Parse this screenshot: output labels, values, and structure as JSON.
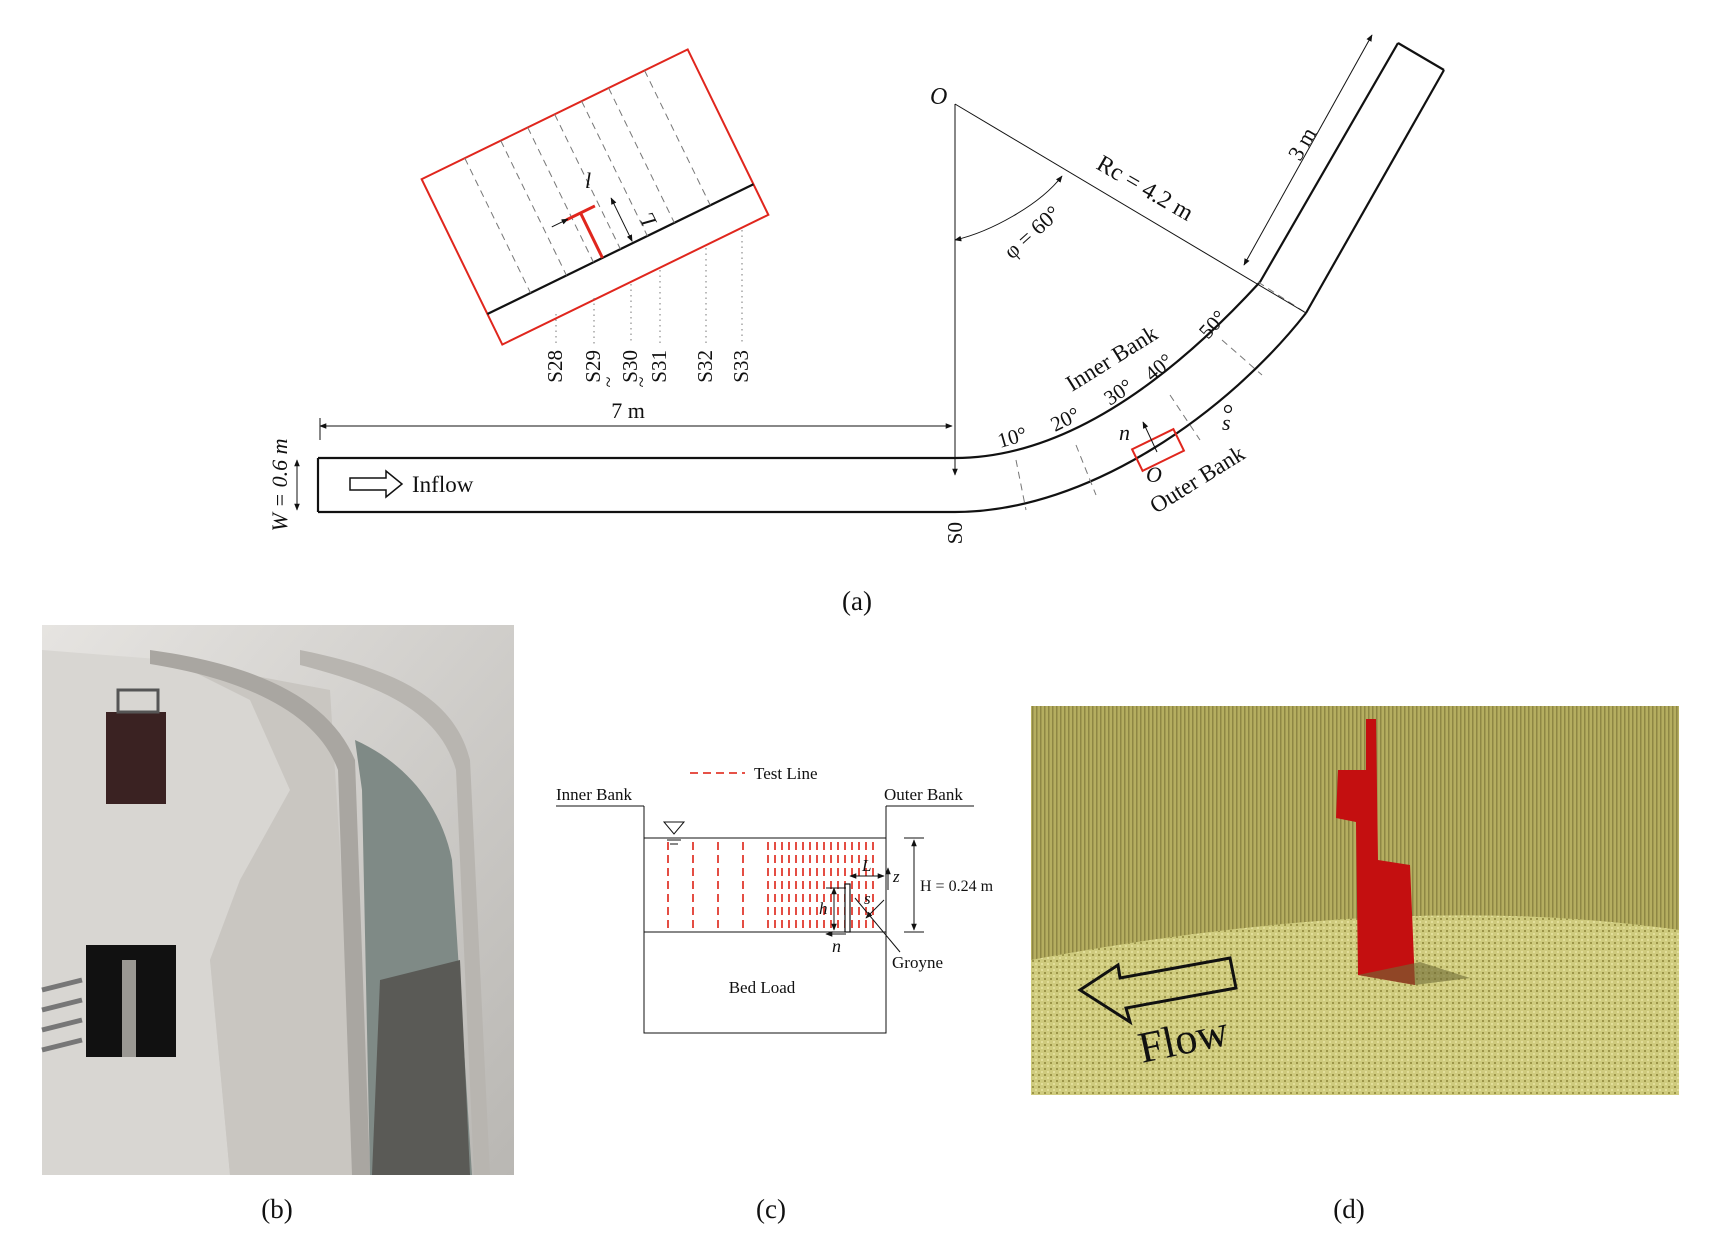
{
  "panels": {
    "a": {
      "caption": "(a)",
      "width_label": "W = 0.6 m",
      "inflow_label": "Inflow",
      "straight_length_label": "7 m",
      "outlet_length_label": "3 m",
      "section_start_label": "S0",
      "center_label": "O",
      "radius_label": "Rc = 4.2 m",
      "angle_label": "φ = 60°",
      "angle_ticks": [
        "10°",
        "20°",
        "30°",
        "40°",
        "50°"
      ],
      "inner_bank_label": "Inner Bank",
      "outer_bank_label": "Outer Bank",
      "coord_n": "n",
      "coord_s": "s",
      "coord_o": "O",
      "inset_l": "l",
      "inset_L": "L",
      "inset_sections": [
        "S28",
        "S29",
        "S30",
        "S31",
        "S32",
        "S33"
      ],
      "tilde": "~"
    },
    "b": {
      "caption": "(b)"
    },
    "c": {
      "caption": "(c)",
      "legend_label": "Test Line",
      "inner_bank_label": "Inner Bank",
      "outer_bank_label": "Outer Bank",
      "depth_label": "H = 0.24 m",
      "L_label": "L",
      "z_label": "z",
      "s_label": "s",
      "h_label": "h",
      "n_label": "n",
      "groyne_label": "Groyne",
      "bed_label": "Bed Load"
    },
    "d": {
      "caption": "(d)",
      "flow_label": "Flow"
    }
  },
  "colors": {
    "accent_red": "#e0261d",
    "sand": "#ccc878",
    "wall": "#b1aa5c",
    "groyne": "#c40f10"
  }
}
